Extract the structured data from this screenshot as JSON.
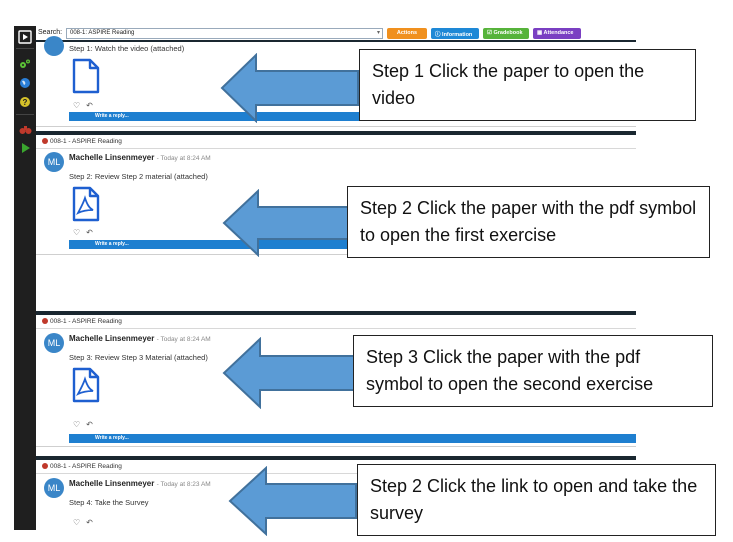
{
  "topbar": {
    "search_label": "Search:",
    "search_value": "008-1: ASPIRE Reading",
    "actions_label": "Actions",
    "information_label": "Information",
    "gradebook_label": "Gradebook",
    "attendance_label": "Attendance"
  },
  "posts": [
    {
      "course": "",
      "author": "",
      "time": "",
      "avatar": "",
      "message": "Step 1: Watch the video (attached)",
      "reply_label": "Write a reply..."
    },
    {
      "course": "008-1 - ASPIRE Reading",
      "author": "Machelle Linsenmeyer",
      "time": "- Today at 8:24 AM",
      "avatar": "ML",
      "message": "Step 2: Review Step 2 material (attached)",
      "reply_label": "Write a reply..."
    },
    {
      "course": "008-1 - ASPIRE Reading",
      "author": "Machelle Linsenmeyer",
      "time": "- Today at 8:24 AM",
      "avatar": "ML",
      "message": "Step 3: Review Step 3 Material (attached)",
      "reply_label": "Write a reply..."
    },
    {
      "course": "008-1 - ASPIRE Reading",
      "author": "Machelle Linsenmeyer",
      "time": "- Today at 8:23 AM",
      "avatar": "ML",
      "message": "Step 4: Take the Survey",
      "reply_label": ""
    }
  ],
  "callouts": [
    "Step 1 Click the paper to open the video",
    "Step 2 Click the paper with the pdf symbol to open the first exercise",
    "Step 3 Click the paper with the pdf symbol to open the second exercise",
    "Step 2 Click the link to open and take the survey"
  ],
  "icons": {
    "rail": [
      "play-square-icon",
      "gears-icon",
      "globe-icon",
      "help-icon",
      "binoculars-icon",
      "play-icon"
    ],
    "post": [
      "file-icon",
      "pdf-file-icon",
      "heart-icon",
      "reply-icon"
    ],
    "arrow": "left-arrow-icon"
  },
  "colors": {
    "rail": "#1f1f1f",
    "section_bar": "#1a2730",
    "reply_button": "#1e7fd0",
    "file_icon": "#1e5fd0",
    "arrow_fill": "#5b9bd5",
    "arrow_stroke": "#41719c",
    "actions": "#f0901e",
    "information": "#1e88d6",
    "gradebook": "#56b33a",
    "attendance": "#7a3fc2"
  }
}
